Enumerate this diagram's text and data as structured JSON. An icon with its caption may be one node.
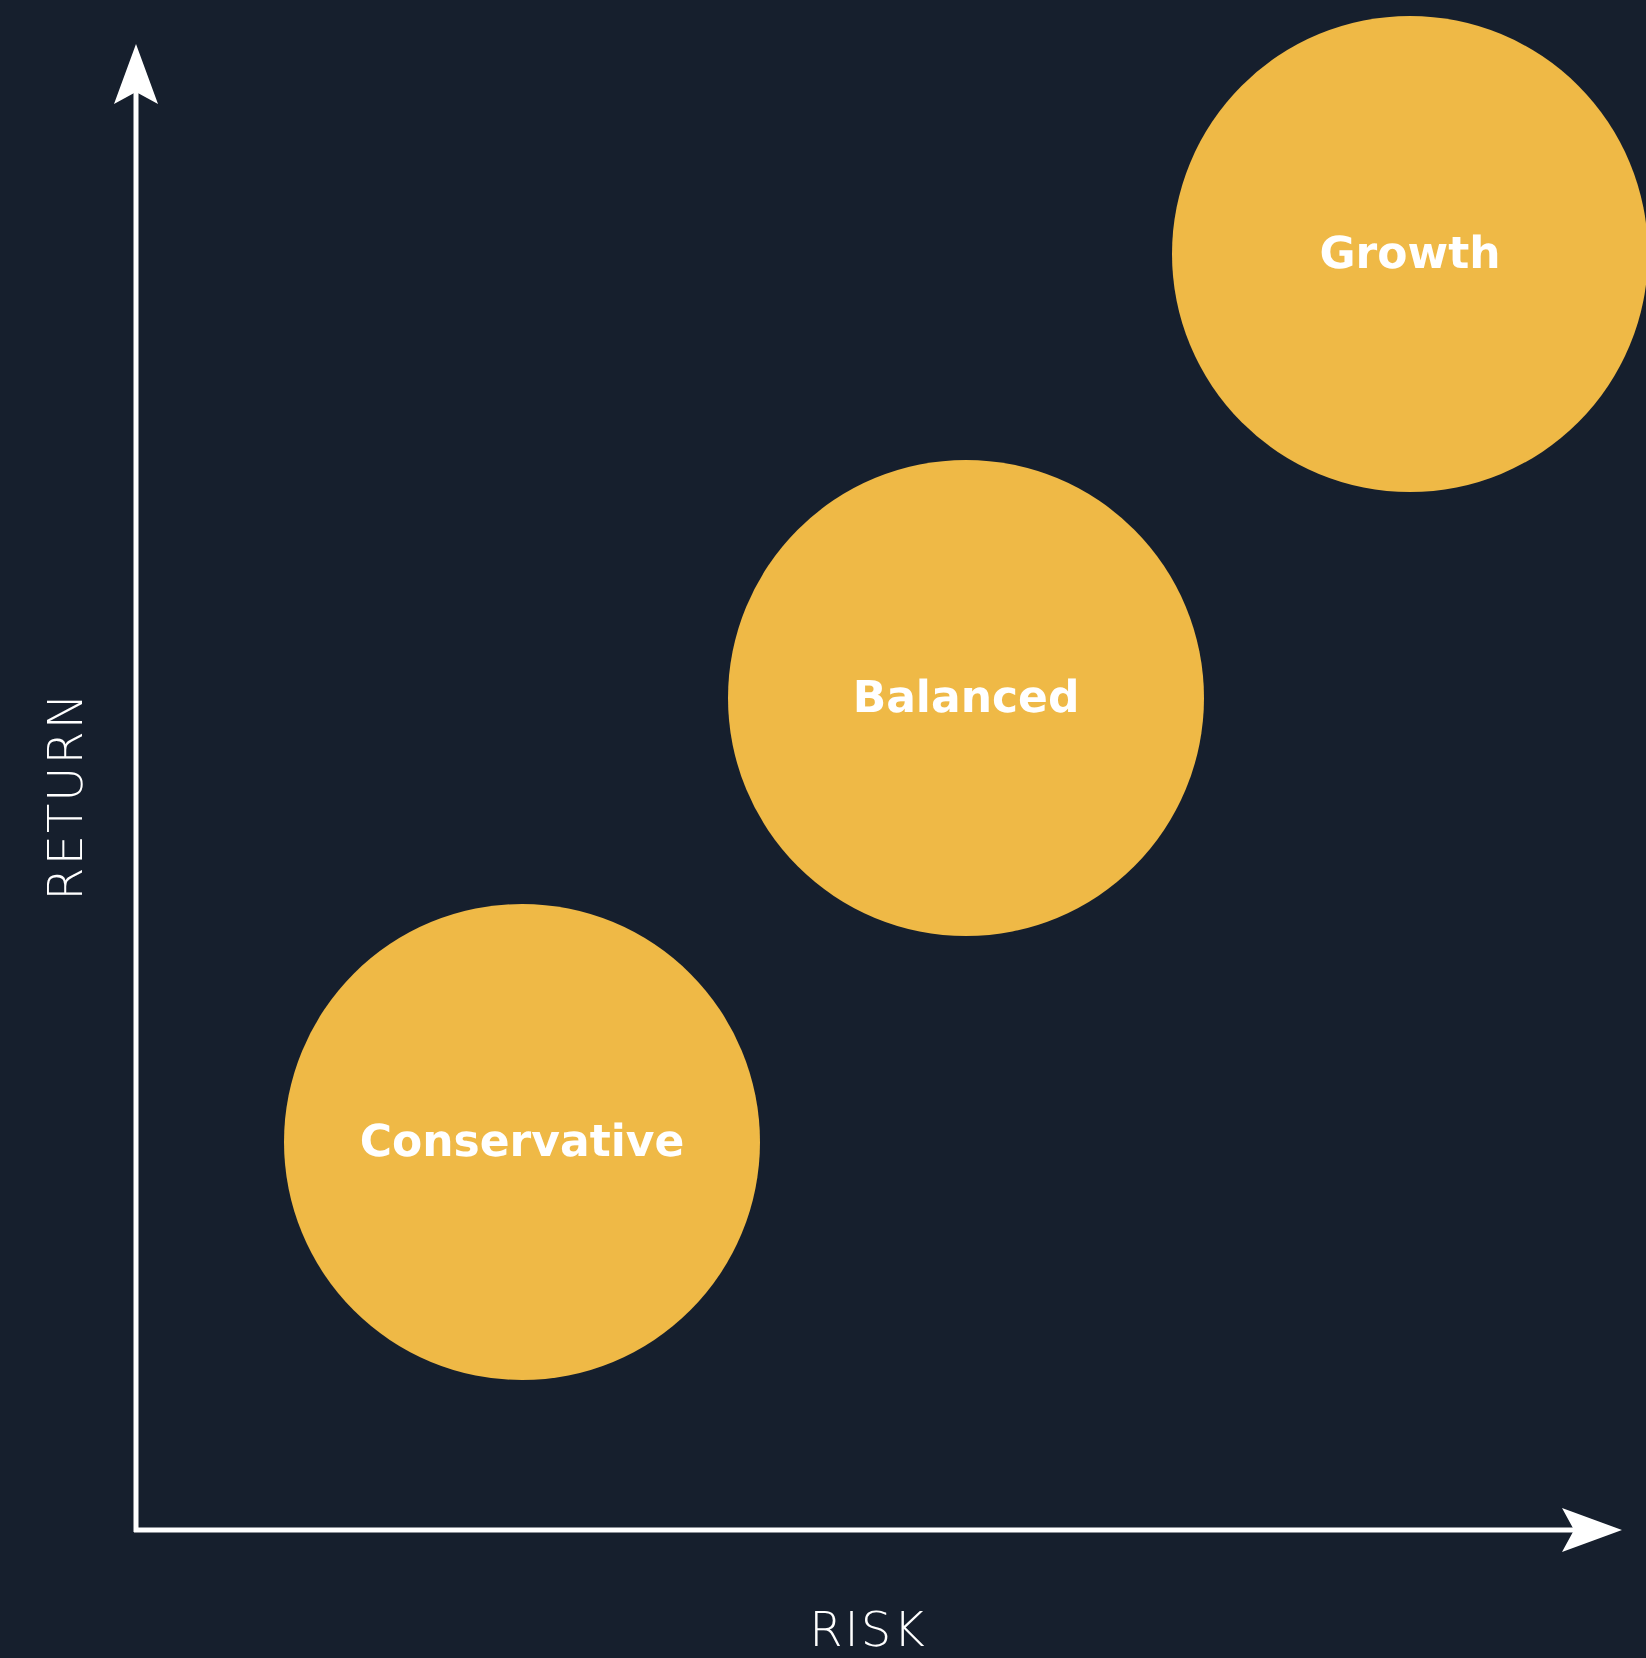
{
  "diagram": {
    "nodes": [
      {
        "text": [
          "Conservative"
        ]
      },
      {
        "text": [
          "Balanced"
        ]
      },
      {
        "text": [
          "Growth"
        ]
      }
    ],
    "labels": [
      "RETURN",
      "RISK"
    ]
  }
}
